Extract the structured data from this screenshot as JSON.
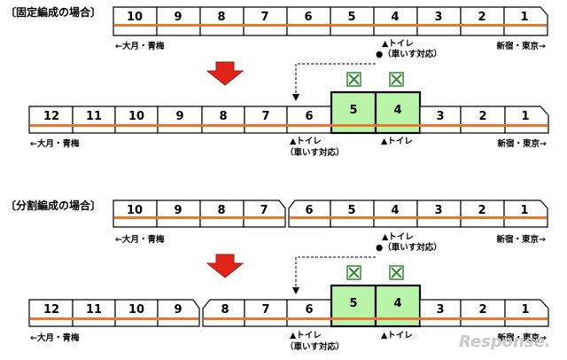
{
  "sections": [
    {
      "title": "〔固定編成の場合〕",
      "top": {
        "cars": [
          "10",
          "9",
          "8",
          "7",
          "6",
          "5",
          "4",
          "3",
          "2",
          "1"
        ],
        "left_dest": "←大月・青梅",
        "right_dest": "新宿・東京→",
        "toilet": "▲トイレ",
        "toilet_wheelchair": "●（車いす対応）"
      },
      "bottom": {
        "cars": [
          "12",
          "11",
          "10",
          "9",
          "8",
          "7",
          "6",
          "5",
          "4",
          "3",
          "2",
          "1"
        ],
        "left_dest": "←大月・青梅",
        "right_dest": "新宿・東京→",
        "toilet_a_line1": "▲トイレ",
        "toilet_a_line2": "（車いす対応）",
        "toilet_b": "▲トイレ"
      }
    },
    {
      "title": "〔分割編成の場合〕",
      "top": {
        "cars": [
          "10",
          "9",
          "8",
          "7",
          "6",
          "5",
          "4",
          "3",
          "2",
          "1"
        ],
        "left_dest": "←大月・青梅",
        "right_dest": "新宿・東京→",
        "toilet": "▲トイレ",
        "toilet_wheelchair": "●（車いす対応）"
      },
      "bottom": {
        "cars": [
          "12",
          "11",
          "10",
          "9",
          "8",
          "7",
          "6",
          "5",
          "4",
          "3",
          "2",
          "1"
        ],
        "left_dest": "←大月・青梅",
        "right_dest": "新宿・東京→",
        "toilet_a_line1": "▲トイレ",
        "toilet_a_line2": "（車いす対応）",
        "toilet_b": "▲トイレ"
      }
    }
  ],
  "watermark": "Response.",
  "colors": {
    "stripe": "#e9782a",
    "green_car": "#b8f5a8",
    "arrow": "#e2231a",
    "green_icon": "#2e8b2e"
  }
}
